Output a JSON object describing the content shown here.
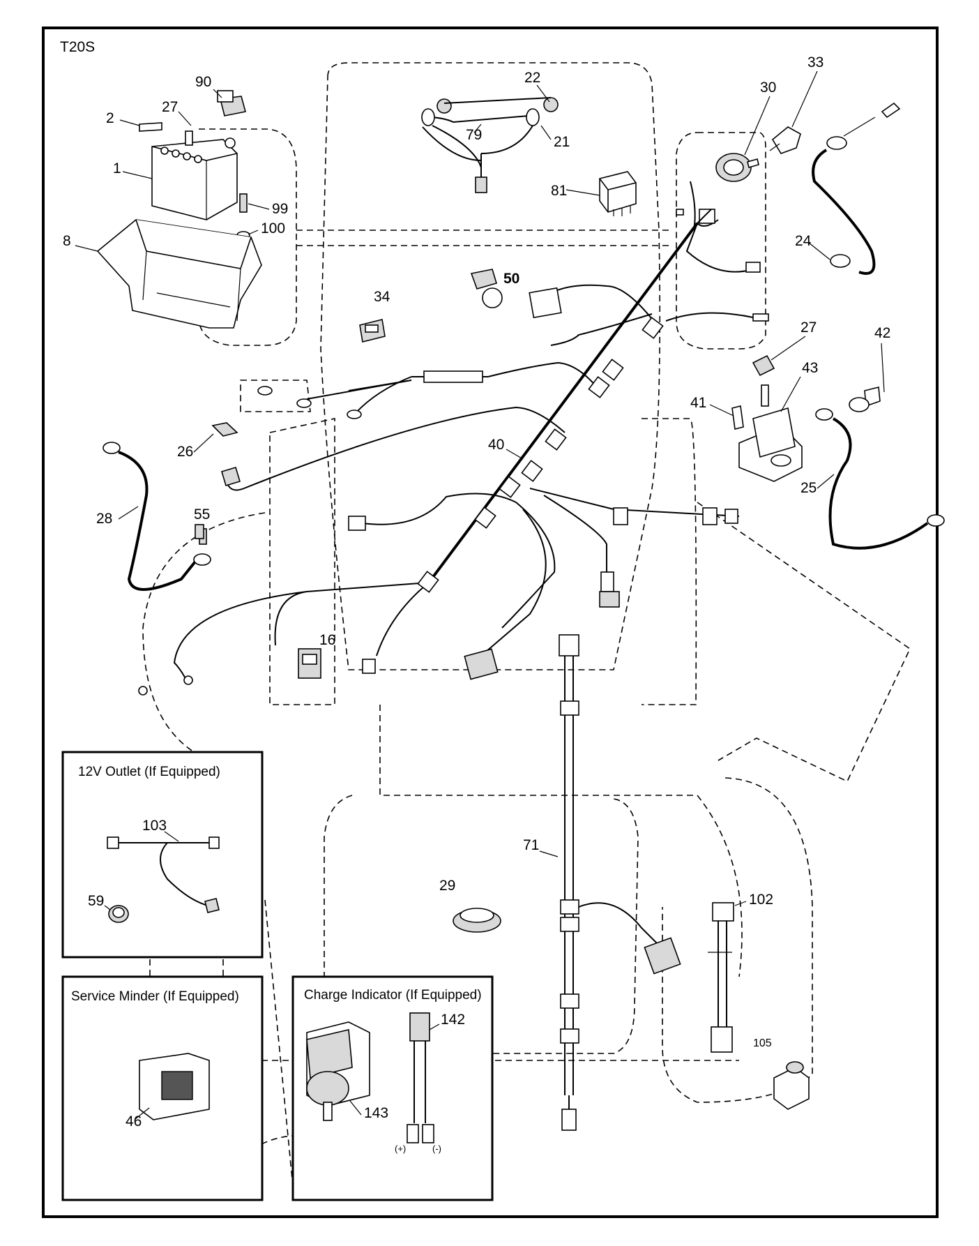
{
  "diagram": {
    "model_code": "T20S",
    "part_numbers": [
      "90",
      "2",
      "27",
      "1",
      "99",
      "100",
      "8",
      "22",
      "79",
      "21",
      "81",
      "30",
      "33",
      "24",
      "50",
      "34",
      "27",
      "42",
      "43",
      "41",
      "25",
      "26",
      "40",
      "28",
      "55",
      "16",
      "71",
      "29",
      "102",
      "105",
      "103",
      "59",
      "46",
      "142",
      "143"
    ],
    "insets": {
      "outlet": {
        "title": "12V Outlet (If Equipped)"
      },
      "service_minder": {
        "title": "Service Minder (If Equipped)"
      },
      "charge_indicator": {
        "title": "Charge Indicator (If Equipped)",
        "plus": "(+)",
        "minus": "(-)"
      }
    }
  }
}
